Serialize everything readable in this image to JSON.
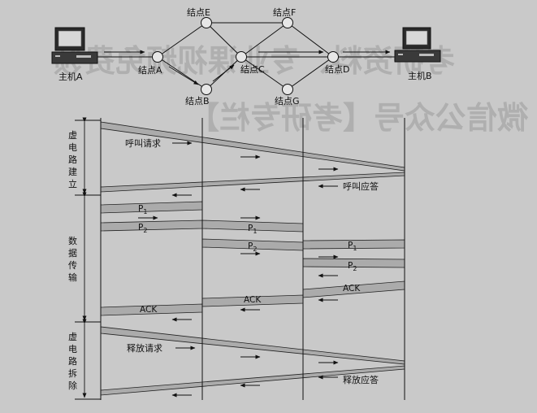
{
  "network": {
    "host_a": "主机A",
    "host_b": "主机B",
    "nodes": {
      "a": "结点A",
      "b": "结点B",
      "c": "结点C",
      "d": "结点D",
      "e": "结点E",
      "f": "结点F",
      "g": "结点G"
    }
  },
  "phases": {
    "setup": [
      "虚",
      "电",
      "路",
      "建",
      "立"
    ],
    "transfer": [
      "数",
      "据",
      "传",
      "输"
    ],
    "teardown": [
      "虚",
      "电",
      "路",
      "拆",
      "除"
    ]
  },
  "messages": {
    "call_request": "呼叫请求",
    "call_accept": "呼叫应答",
    "release_request": "释放请求",
    "release_accept": "释放应答",
    "ack": "ACK",
    "packet_letter": "P",
    "packet_1_sub": "1",
    "packet_2_sub": "2"
  },
  "watermark": {
    "line1": "微信公众号【考研专栏】",
    "line2": "考研资料、专业课视频免费领"
  }
}
